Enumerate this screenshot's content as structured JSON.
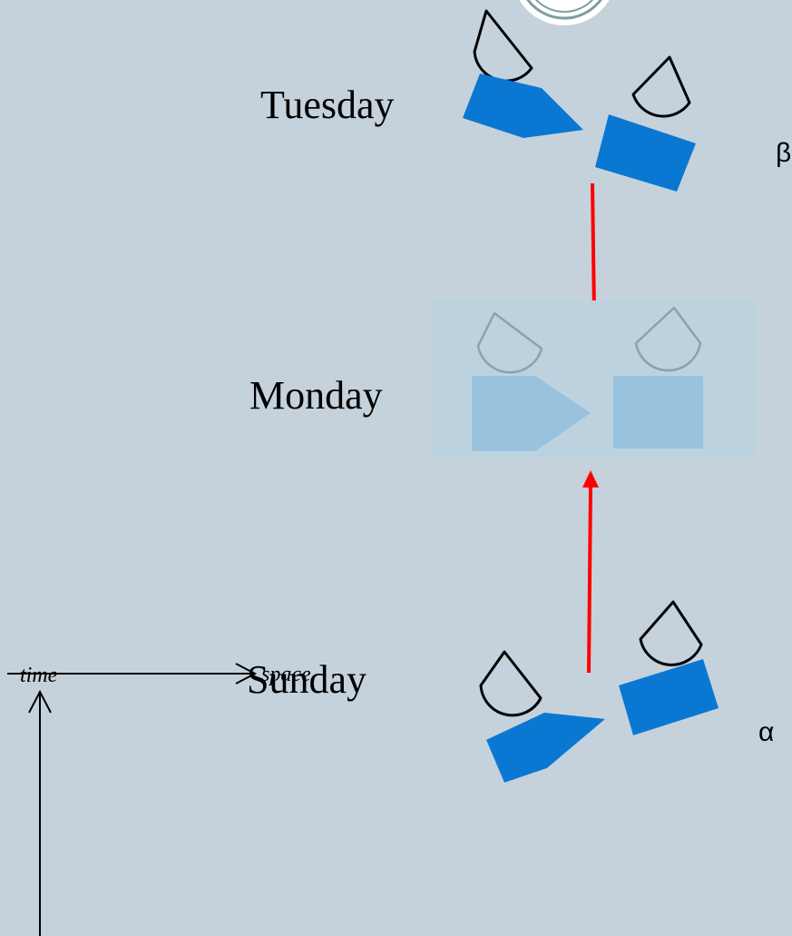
{
  "days": {
    "tuesday": "Tuesday",
    "monday": "Monday",
    "sunday": "Sunday"
  },
  "axes": {
    "vertical": "time",
    "horizontal": "space"
  },
  "markers": {
    "beta": "β",
    "alpha": "α"
  },
  "colors": {
    "background": "#c5d2dc",
    "shape_solid": "#0a78d2",
    "shape_faded": "#99c2de",
    "highlight_box": "#bcd3df",
    "arrow": "#ff0000",
    "outline": "#000000",
    "outline_faded": "#8fa0aa"
  }
}
